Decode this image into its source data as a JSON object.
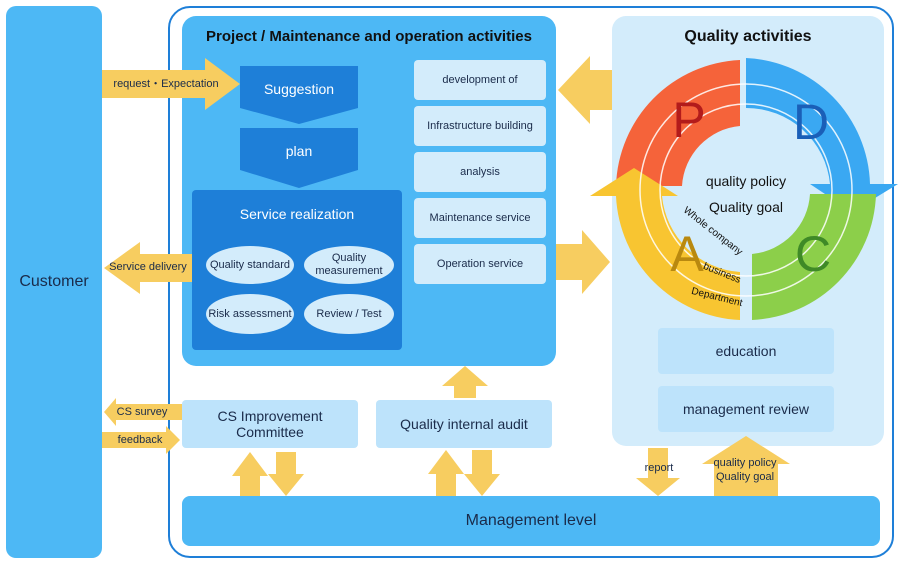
{
  "customer_label": "Customer",
  "project": {
    "title": "Project / Maintenance and operation activities",
    "suggestion": "Suggestion",
    "plan": "plan",
    "service_title": "Service realization",
    "ovals": [
      "Quality standard",
      "Quality measurement",
      "Risk assessment",
      "Review / Test"
    ],
    "activities": [
      "development of",
      "Infrastructure building",
      "analysis",
      "Maintenance service",
      "Operation service"
    ]
  },
  "quality": {
    "title": "Quality activities",
    "pdca": [
      "P",
      "D",
      "C",
      "A"
    ],
    "center_lines": [
      "quality policy",
      "Quality goal"
    ],
    "ring_labels": [
      "Whole company",
      "business",
      "Department"
    ],
    "education": "education",
    "management_review": "management review"
  },
  "arrows": {
    "request": "request・Expectation",
    "service_delivery": "Service delivery",
    "cs_survey": "CS survey",
    "feedback": "feedback",
    "report": "report",
    "policy_goal_1": "quality policy",
    "policy_goal_2": "Quality goal"
  },
  "cs_committee": "CS Improvement Committee",
  "internal_audit": "Quality internal audit",
  "management_level": "Management level",
  "colors": {
    "customer": "#4db8f5",
    "dark_blue": "#1e7fd8",
    "light_blue": "#d3ecfb",
    "arrow": "#f7cd60",
    "plan_red": "#f5633a",
    "do_blue": "#3aa8f2",
    "check_green": "#8ccf4a",
    "act_yellow": "#f8c531"
  }
}
